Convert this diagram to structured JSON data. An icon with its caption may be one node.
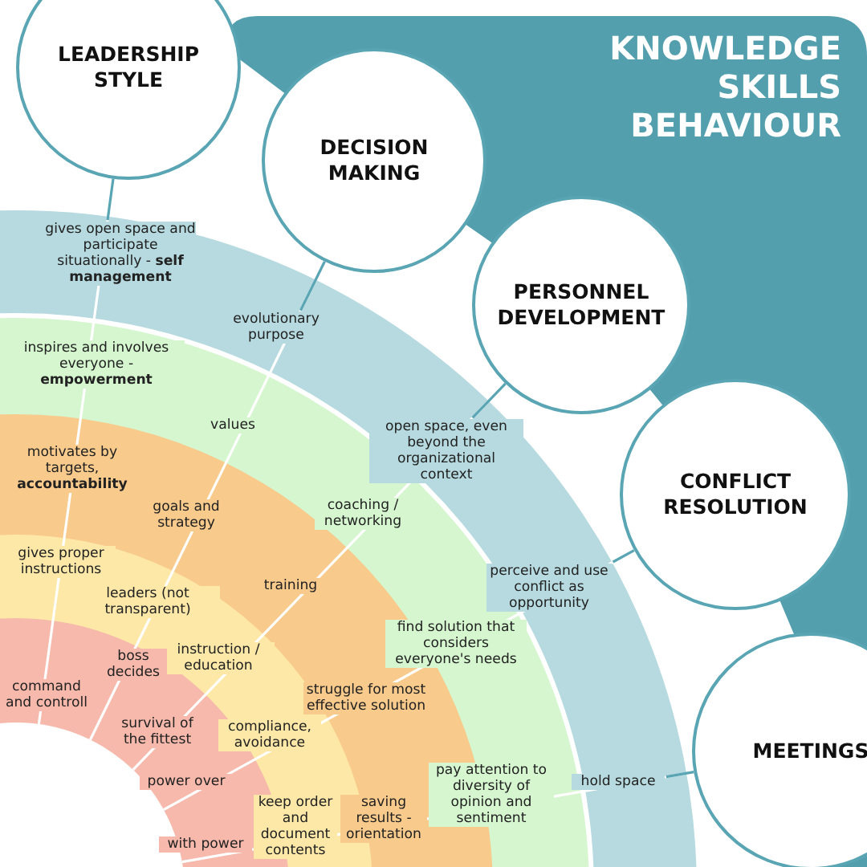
{
  "diagram": {
    "title": "KNOWLEDGE SKILLS BEHAVIOUR",
    "nodes": [
      {
        "text": [
          "LEADERSHIP STYLE"
        ]
      },
      {
        "text": [
          "DECISION MAKING"
        ]
      },
      {
        "text": [
          "PERSONNEL DEVELOPMENT"
        ]
      },
      {
        "text": [
          "CONFLICT RESOLUTION"
        ]
      },
      {
        "text": [
          "MEETINGS"
        ]
      },
      {
        "text": [
          "gives open space and participate situationally - **self management**"
        ]
      },
      {
        "text": [
          "evolutionary purpose"
        ]
      },
      {
        "text": [
          "open space, even beyond the organizational context"
        ]
      },
      {
        "text": [
          "perceive and use conflict as opportunity"
        ]
      },
      {
        "text": [
          "hold space"
        ]
      }
    ],
    "edges": [
      {
        "from": 5,
        "to": 0,
        "arrow": "none"
      },
      {
        "from": 6,
        "to": 1,
        "arrow": "none"
      },
      {
        "from": 7,
        "to": 2,
        "arrow": "none"
      },
      {
        "from": 8,
        "to": 3,
        "arrow": "none"
      },
      {
        "from": 9,
        "to": 4,
        "arrow": "none"
      }
    ],
    "labels": [
      "inspires and involves everyone - **empowerment**",
      "values",
      "coaching / networking",
      "find solution that considers everyone's needs",
      "pay attention to diversity of opinion and sentiment",
      "motivates by targets, **accountability**",
      "goals and strategy",
      "training",
      "struggle for most effective solution",
      "saving results - orientation",
      "gives proper instructions",
      "leaders (not transparent)",
      "instruction / education",
      "compliance, avoidance",
      "keep order and document contents",
      "command and controll",
      "boss decides",
      "survival of the fittest",
      "power over",
      "with power"
    ]
  }
}
